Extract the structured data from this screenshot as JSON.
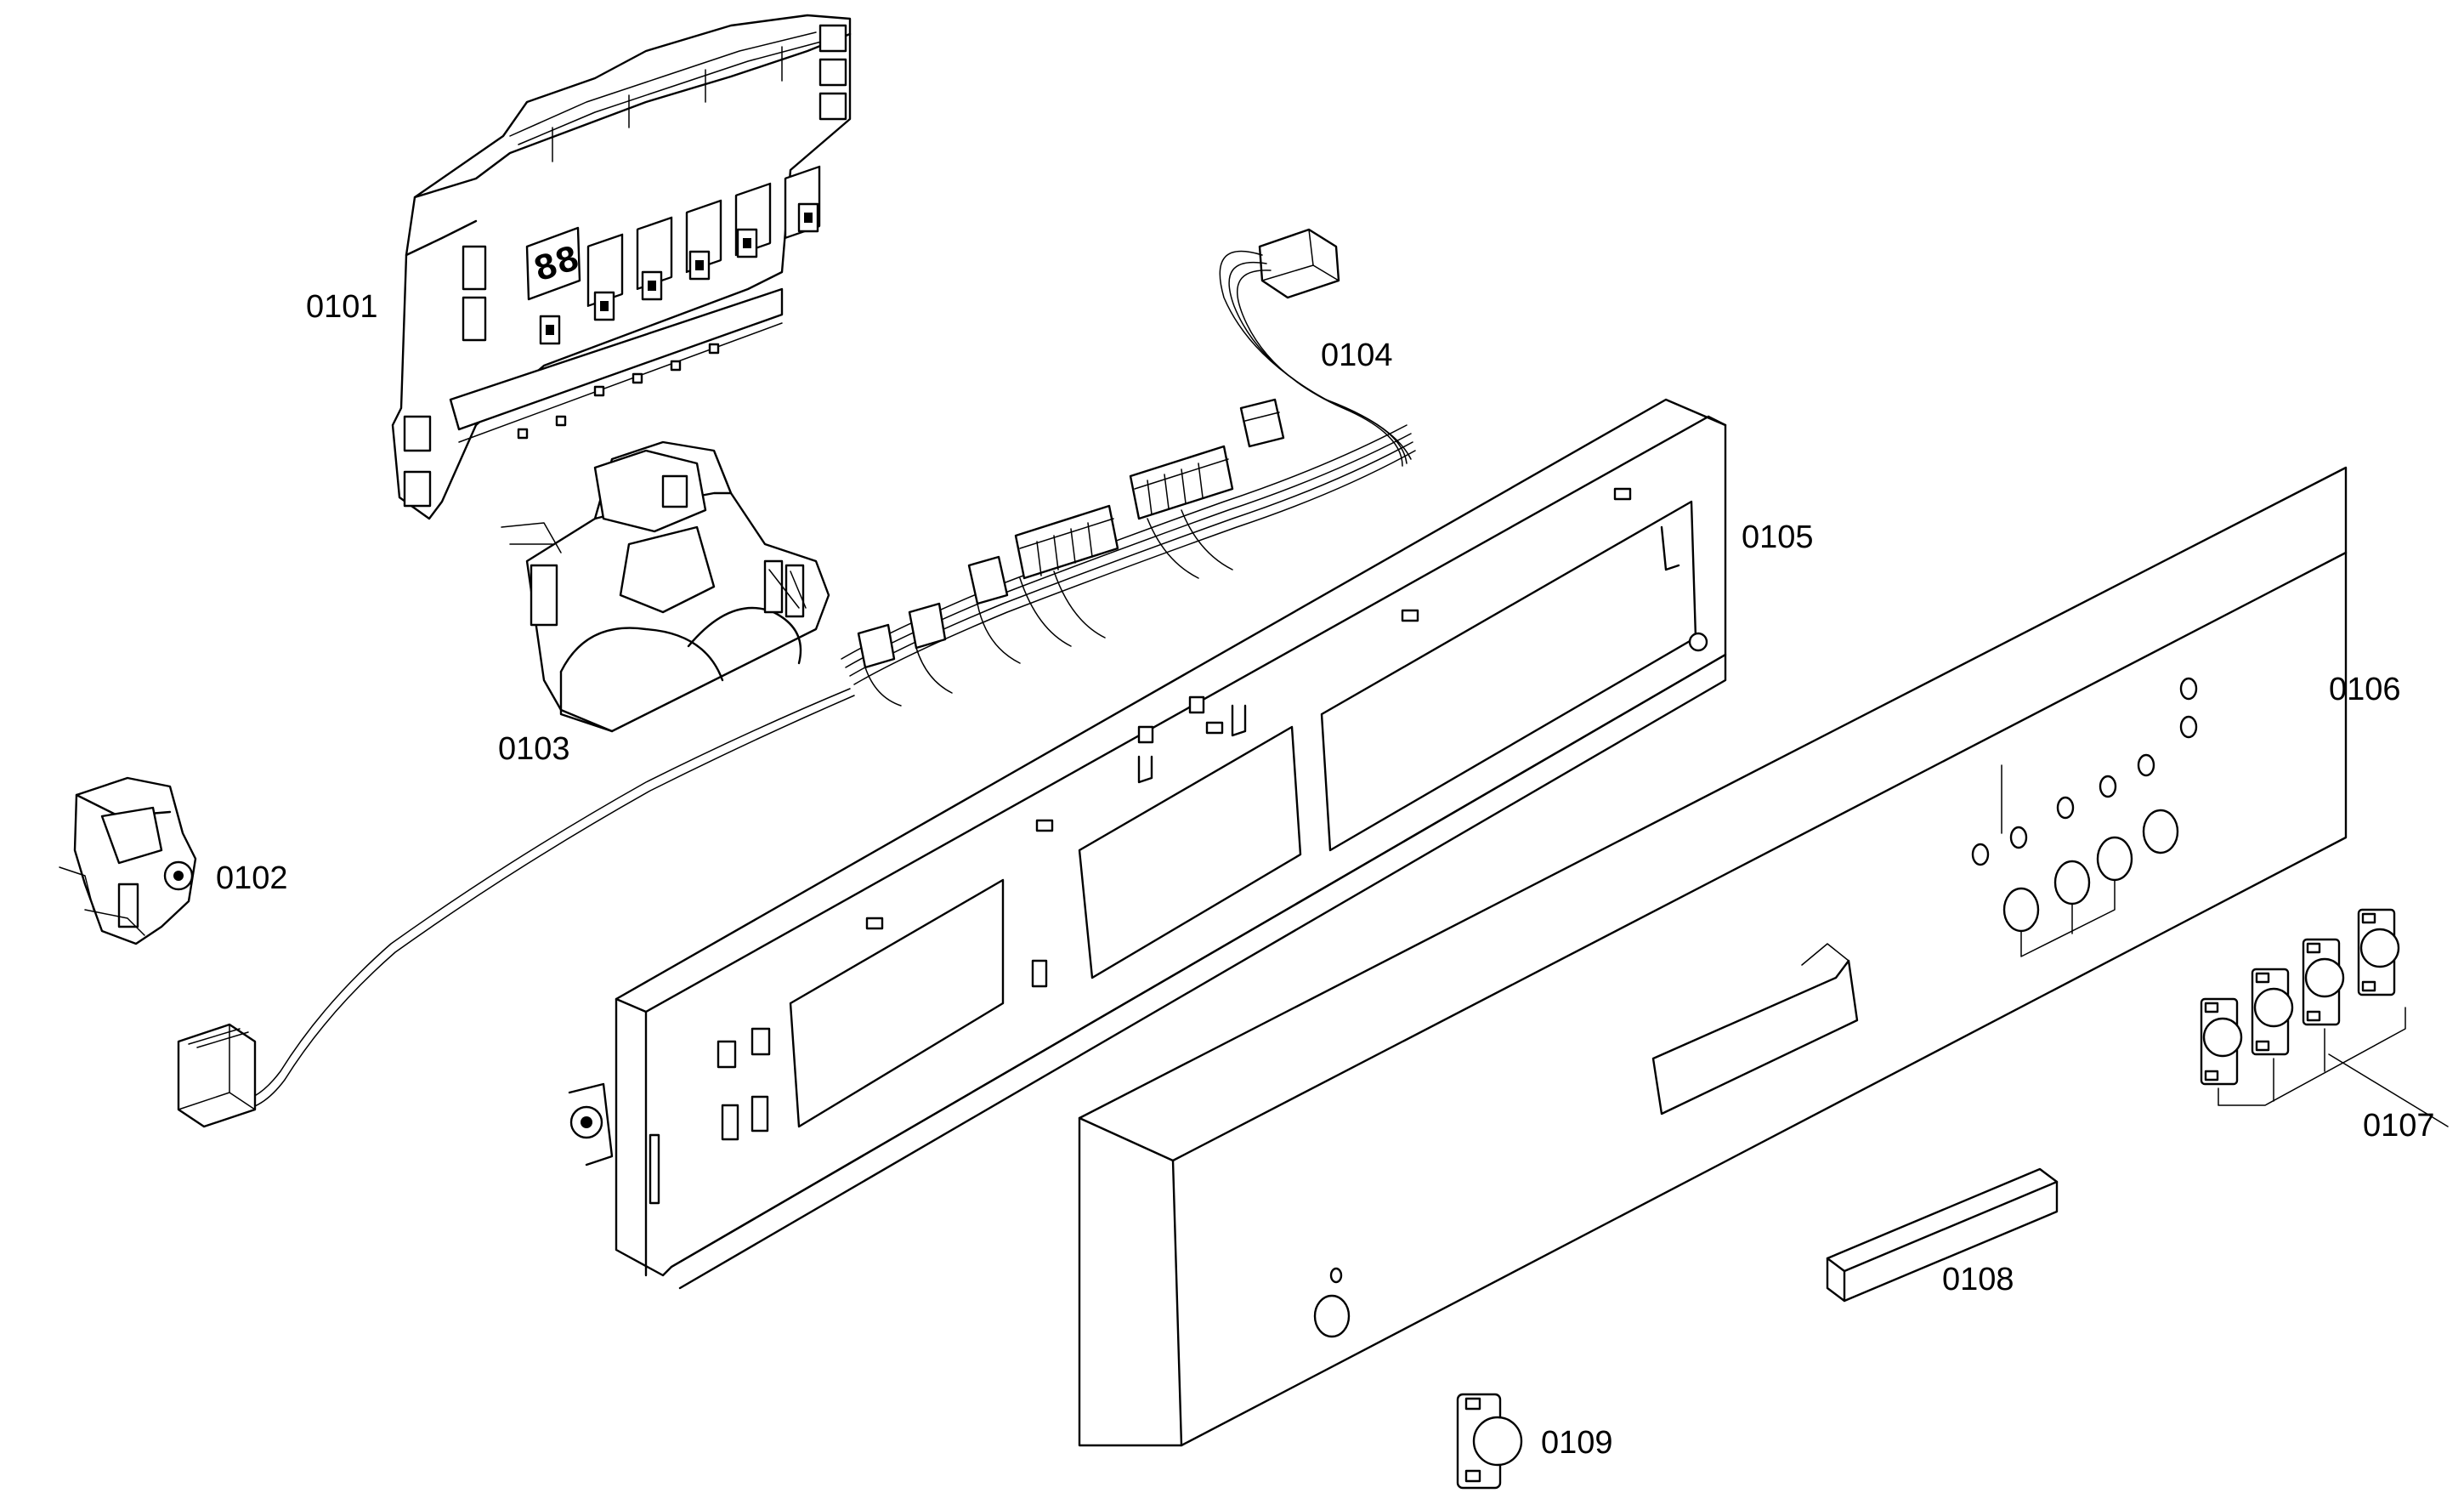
{
  "diagram": {
    "part_labels": {
      "p0101": "0101",
      "p0102": "0102",
      "p0103": "0103",
      "p0104": "0104",
      "p0105": "0105",
      "p0106": "0106",
      "p0107": "0107",
      "p0108": "0108",
      "p0109": "0109"
    }
  }
}
